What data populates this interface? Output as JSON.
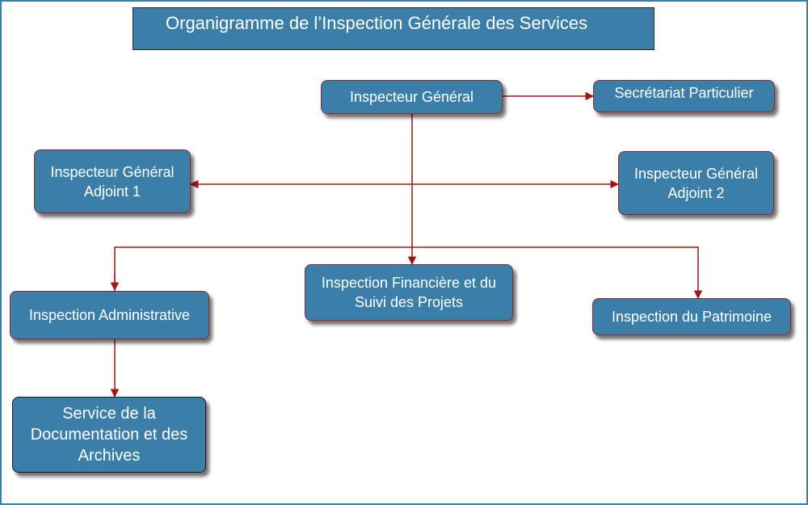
{
  "title": "Organigramme de l’Inspection Générale des Services",
  "nodes": {
    "inspecteur_general": "Inspecteur Général",
    "secretariat": "Secrétariat Particulier",
    "adjoint1": [
      "Inspecteur Général",
      "Adjoint 1"
    ],
    "adjoint2": [
      "Inspecteur Général",
      "Adjoint 2"
    ],
    "insp_admin": "Inspection Administrative",
    "insp_fin": [
      "Inspection Financière et du",
      "Suivi des Projets"
    ],
    "insp_patrimoine": "Inspection du Patrimoine",
    "service_doc": [
      "Service de la",
      "Documentation et des",
      "Archives"
    ]
  },
  "colors": {
    "box_fill": "#3b7ea8",
    "box_border": "#8b2a2a",
    "connector": "#a31515"
  }
}
